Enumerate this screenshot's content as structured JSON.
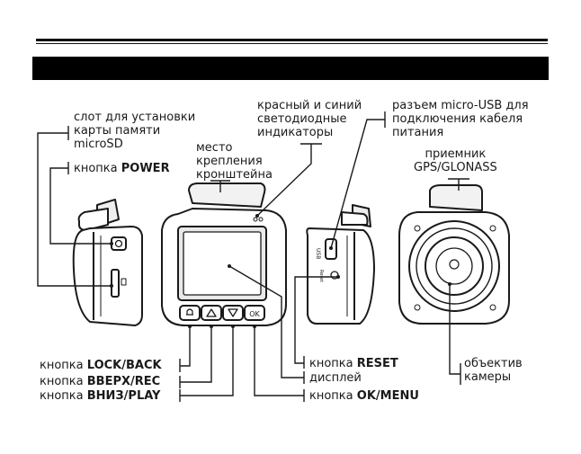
{
  "labels": {
    "microsd_slot": [
      "слот для установки",
      "карты памяти",
      "microSD"
    ],
    "power_button": {
      "prefix": "кнопка ",
      "name": "POWER"
    },
    "mount_place": [
      "место",
      "крепления",
      "кронштейна"
    ],
    "indicators": [
      "красный и синий",
      "светодиодные",
      "индикаторы"
    ],
    "usb_port": [
      "разъем micro-USB для",
      "подключения кабеля",
      "питания"
    ],
    "gps_receiver": [
      "приемник",
      "GPS/GLONASS"
    ],
    "lock_back": {
      "prefix": "кнопка ",
      "name": "LOCK/BACK"
    },
    "up_rec": {
      "prefix": "кнопка ",
      "name": "ВВЕРХ/REC"
    },
    "down_play": {
      "prefix": "кнопка ",
      "name": "ВНИЗ/PLAY"
    },
    "reset": {
      "prefix": "кнопка ",
      "name": "RESET"
    },
    "display": "дисплей",
    "ok_menu": {
      "prefix": "кнопка ",
      "name": "OK/MENU"
    },
    "lens": [
      "объектив",
      "камеры"
    ]
  },
  "device_marks": {
    "usb_text": "USB",
    "reset_text": "Reset"
  },
  "colors": {
    "ink": "#1a1a1a",
    "bar": "#000000",
    "body_fill": "#ffffff"
  }
}
